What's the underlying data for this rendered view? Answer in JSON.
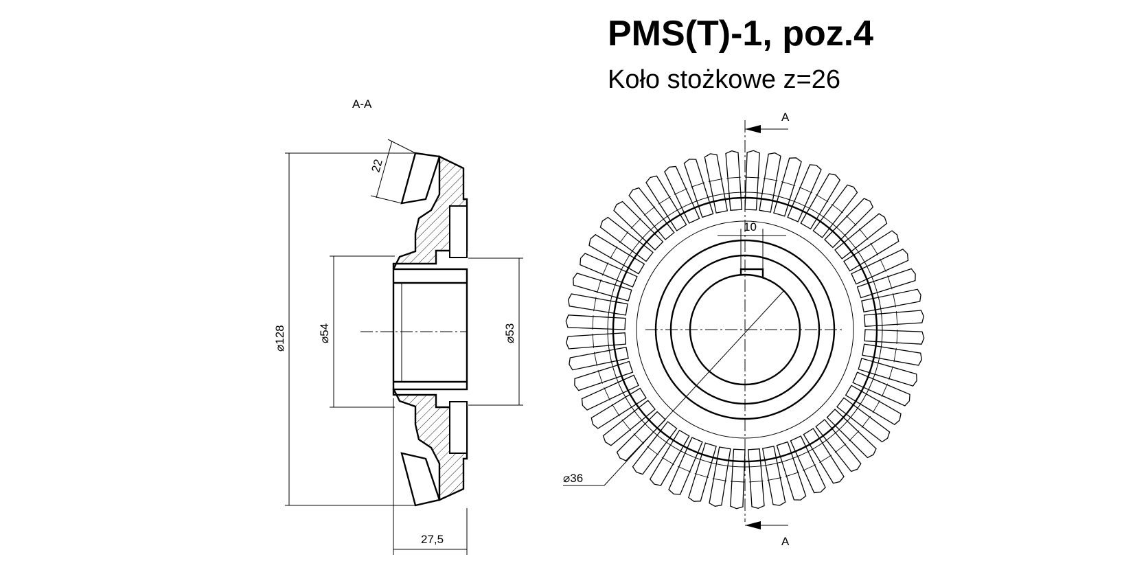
{
  "title": {
    "main": "PMS(T)-1, poz.4",
    "subtitle": "Koło stożkowe z=26"
  },
  "section": {
    "label": "A-A",
    "dims": {
      "outer_diameter": "128",
      "bore_left": "54",
      "bore_right": "53",
      "tooth_width": "22",
      "overall_width": "27,5"
    }
  },
  "front_view": {
    "section_marker_top": "A",
    "section_marker_bottom": "A",
    "keyway_width": "10",
    "bore_diameter": "36"
  },
  "colors": {
    "line": "#000000",
    "background": "#ffffff"
  }
}
